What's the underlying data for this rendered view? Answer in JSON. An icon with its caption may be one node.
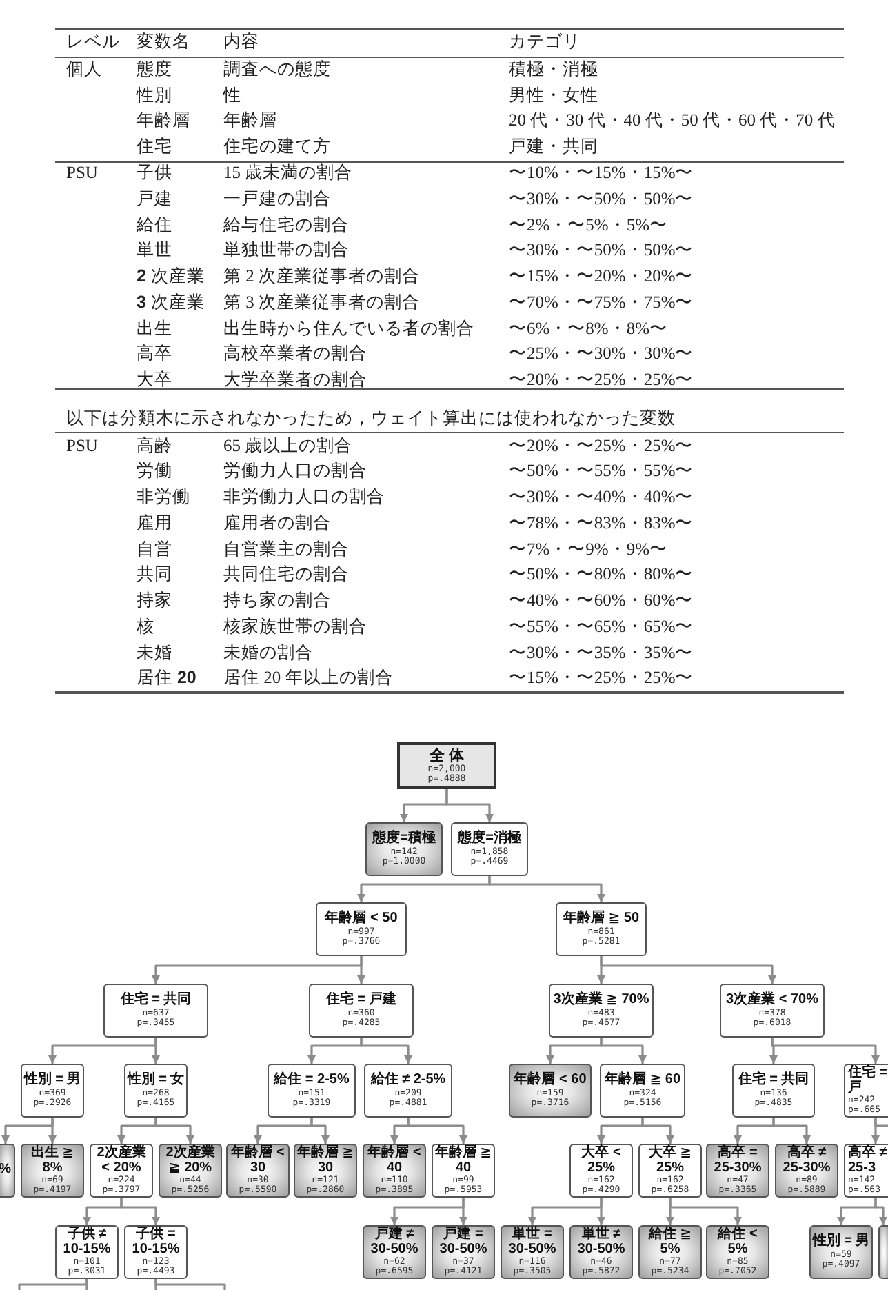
{
  "diagram": {
    "nodes": [
      {
        "text": [
          "全 体",
          "n=2,000",
          "p=.4888"
        ]
      },
      {
        "text": [
          "態度=積極",
          "n=142",
          "p=1.0000"
        ]
      },
      {
        "text": [
          "態度=消極",
          "n=1,858",
          "p=.4469"
        ]
      },
      {
        "text": [
          "年齢層 < 50",
          "n=997",
          "p=.3766"
        ]
      },
      {
        "text": [
          "年齢層 ≧ 50",
          "n=861",
          "p=.5281"
        ]
      },
      {
        "text": [
          "住宅 = 共同",
          "n=637",
          "p=.3455"
        ]
      },
      {
        "text": [
          "住宅 = 戸建",
          "n=360",
          "p=.4285"
        ]
      },
      {
        "text": [
          "3次産業 ≧ 70%",
          "n=483",
          "p=.4677"
        ]
      },
      {
        "text": [
          "3次産業 < 70%",
          "n=378",
          "p=.6018"
        ]
      },
      {
        "text": [
          "性別 = 男",
          "n=369",
          "p=.2926"
        ]
      },
      {
        "text": [
          "性別 = 女",
          "n=268",
          "p=.4165"
        ]
      },
      {
        "text": [
          "給住 = 2-5%",
          "n=151",
          "p=.3319"
        ]
      },
      {
        "text": [
          "給住 ≠ 2-5%",
          "n=209",
          "p=.4881"
        ]
      },
      {
        "text": [
          "年齢層 < 60",
          "n=159",
          "p=.3716"
        ]
      },
      {
        "text": [
          "年齢層 ≧ 60",
          "n=324",
          "p=.5156"
        ]
      },
      {
        "text": [
          "住宅 = 共同",
          "n=136",
          "p=.4835"
        ]
      },
      {
        "text": [
          "住宅 = 戸",
          "n=242",
          "p=.665"
        ]
      },
      {
        "text": [
          "%"
        ]
      },
      {
        "text": [
          "出生 ≧ 8%",
          "n=69",
          "p=.4197"
        ]
      },
      {
        "text": [
          "2次産業 < 20%",
          "n=224",
          "p=.3797"
        ]
      },
      {
        "text": [
          "2次産業 ≧ 20%",
          "n=44",
          "p=.5256"
        ]
      },
      {
        "text": [
          "年齢層 < 30",
          "n=30",
          "p=.5590"
        ]
      },
      {
        "text": [
          "年齢層 ≧ 30",
          "n=121",
          "p=.2860"
        ]
      },
      {
        "text": [
          "年齢層 < 40",
          "n=110",
          "p=.3895"
        ]
      },
      {
        "text": [
          "年齢層 ≧ 40",
          "n=99",
          "p=.5953"
        ]
      },
      {
        "text": [
          "大卒 < 25%",
          "n=162",
          "p=.4290"
        ]
      },
      {
        "text": [
          "大卒 ≧ 25%",
          "n=162",
          "p=.6258"
        ]
      },
      {
        "text": [
          "高卒 = 25-30%",
          "n=47",
          "p=.3365"
        ]
      },
      {
        "text": [
          "高卒 ≠ 25-30%",
          "n=89",
          "p=.5889"
        ]
      },
      {
        "text": [
          "高卒 ≠ 25-3",
          "n=142",
          "p=.563"
        ]
      },
      {
        "text": [
          "子供 ≠ 10-15%",
          "n=101",
          "p=.3031"
        ]
      },
      {
        "text": [
          "子供 = 10-15%",
          "n=123",
          "p=.4493"
        ]
      },
      {
        "text": [
          "戸建 ≠ 30-50%",
          "n=62",
          "p=.6595"
        ]
      },
      {
        "text": [
          "戸建 = 30-50%",
          "n=37",
          "p=.4121"
        ]
      },
      {
        "text": [
          "単世 = 30-50%",
          "n=116",
          "p=.3505"
        ]
      },
      {
        "text": [
          "単世 ≠ 30-50%",
          "n=46",
          "p=.5872"
        ]
      },
      {
        "text": [
          "給住 ≧ 5%",
          "n=77",
          "p=.5234"
        ]
      },
      {
        "text": [
          "給住 < 5%",
          "n=85",
          "p=.7052"
        ]
      },
      {
        "text": [
          "性別 = 男",
          "n=59",
          "p=.4097"
        ]
      },
      {
        "text": [],
        "shape": "box"
      }
    ],
    "edges": [
      {
        "from": 0,
        "to": 1,
        "arrow": "to"
      },
      {
        "from": 0,
        "to": 2,
        "arrow": "to"
      },
      {
        "from": 2,
        "to": 3,
        "arrow": "to"
      },
      {
        "from": 2,
        "to": 4,
        "arrow": "to"
      },
      {
        "from": 3,
        "to": 5,
        "arrow": "to"
      },
      {
        "from": 3,
        "to": 6,
        "arrow": "to"
      },
      {
        "from": 4,
        "to": 7,
        "arrow": "to"
      },
      {
        "from": 4,
        "to": 8,
        "arrow": "to"
      },
      {
        "from": 5,
        "to": 9,
        "arrow": "to"
      },
      {
        "from": 5,
        "to": 10,
        "arrow": "to"
      },
      {
        "from": 6,
        "to": 11,
        "arrow": "to"
      },
      {
        "from": 6,
        "to": 12,
        "arrow": "to"
      },
      {
        "from": 7,
        "to": 13,
        "arrow": "to"
      },
      {
        "from": 7,
        "to": 14,
        "arrow": "to"
      },
      {
        "from": 8,
        "to": 15,
        "arrow": "to"
      },
      {
        "from": 8,
        "to": 16,
        "arrow": "to"
      },
      {
        "from": 9,
        "to": 17,
        "arrow": "to"
      },
      {
        "from": 9,
        "to": 18,
        "arrow": "to"
      },
      {
        "from": 10,
        "to": 19,
        "arrow": "to"
      },
      {
        "from": 10,
        "to": 20,
        "arrow": "to"
      },
      {
        "from": 11,
        "to": 21,
        "arrow": "to"
      },
      {
        "from": 11,
        "to": 22,
        "arrow": "to"
      },
      {
        "from": 12,
        "to": 23,
        "arrow": "to"
      },
      {
        "from": 12,
        "to": 24,
        "arrow": "to"
      },
      {
        "from": 14,
        "to": 25,
        "arrow": "to"
      },
      {
        "from": 14,
        "to": 26,
        "arrow": "to"
      },
      {
        "from": 15,
        "to": 27,
        "arrow": "to"
      },
      {
        "from": 15,
        "to": 28,
        "arrow": "to"
      },
      {
        "from": 16,
        "to": 29,
        "arrow": "to"
      },
      {
        "from": 16,
        "to": null,
        "arrow": "none"
      },
      {
        "from": 19,
        "to": 30,
        "arrow": "to"
      },
      {
        "from": 19,
        "to": 31,
        "arrow": "to"
      },
      {
        "from": 24,
        "to": 32,
        "arrow": "to"
      },
      {
        "from": 24,
        "to": 33,
        "arrow": "to"
      },
      {
        "from": 25,
        "to": 34,
        "arrow": "to"
      },
      {
        "from": 25,
        "to": 35,
        "arrow": "to"
      },
      {
        "from": 26,
        "to": 36,
        "arrow": "to"
      },
      {
        "from": 26,
        "to": 37,
        "arrow": "to"
      },
      {
        "from": 29,
        "to": 38,
        "arrow": "to"
      },
      {
        "from": 29,
        "to": 39,
        "arrow": "to"
      },
      {
        "from": 30,
        "to": null,
        "arrow": "none"
      },
      {
        "from": 30,
        "to": null,
        "arrow": "none"
      },
      {
        "from": 31,
        "to": null,
        "arrow": "none"
      },
      {
        "from": 31,
        "to": null,
        "arrow": "none"
      }
    ],
    "labels": [
      "レベル",
      "変数名",
      "内容",
      "カテゴリ",
      "個人",
      "態度",
      "調査への態度",
      "積極・消極",
      "性別",
      "性",
      "男性・女性",
      "年齢層",
      "年齢層",
      "20 代・30 代・40 代・50 代・60 代・70 代",
      "住宅",
      "住宅の建て方",
      "戸建・共同",
      "PSU",
      "子供",
      "15 歳未満の割合",
      "〜10%・〜15%・15%〜",
      "戸建",
      "一戸建の割合",
      "〜30%・〜50%・50%〜",
      "給住",
      "給与住宅の割合",
      "〜2%・〜5%・5%〜",
      "単世",
      "単独世帯の割合",
      "〜30%・〜50%・50%〜",
      "**2** 次産業",
      "第 2 次産業従事者の割合",
      "〜15%・〜20%・20%〜",
      "**3** 次産業",
      "第 3 次産業従事者の割合",
      "〜70%・〜75%・75%〜",
      "出生",
      "出生時から住んでいる者の割合",
      "〜6%・〜8%・8%〜",
      "高卒",
      "高校卒業者の割合",
      "〜25%・〜30%・30%〜",
      "大卒",
      "大学卒業者の割合",
      "〜20%・〜25%・25%〜",
      "以下は分類木に示されなかったため，ウェイト算出には使われなかった変数",
      "PSU",
      "高齢",
      "65 歳以上の割合",
      "〜20%・〜25%・25%〜",
      "労働",
      "労働力人口の割合",
      "〜50%・〜55%・55%〜",
      "非労働",
      "非労働力人口の割合",
      "〜30%・〜40%・40%〜",
      "雇用",
      "雇用者の割合",
      "〜78%・〜83%・83%〜",
      "自営",
      "自営業主の割合",
      "〜7%・〜9%・9%〜",
      "共同",
      "共同住宅の割合",
      "〜50%・〜80%・80%〜",
      "持家",
      "持ち家の割合",
      "〜40%・〜60%・60%〜",
      "核",
      "核家族世帯の割合",
      "〜55%・〜65%・65%〜",
      "未婚",
      "未婚の割合",
      "〜30%・〜35%・35%〜",
      "居住 **20**",
      "居住 20 年以上の割合",
      "〜15%・〜25%・25%〜"
    ]
  }
}
